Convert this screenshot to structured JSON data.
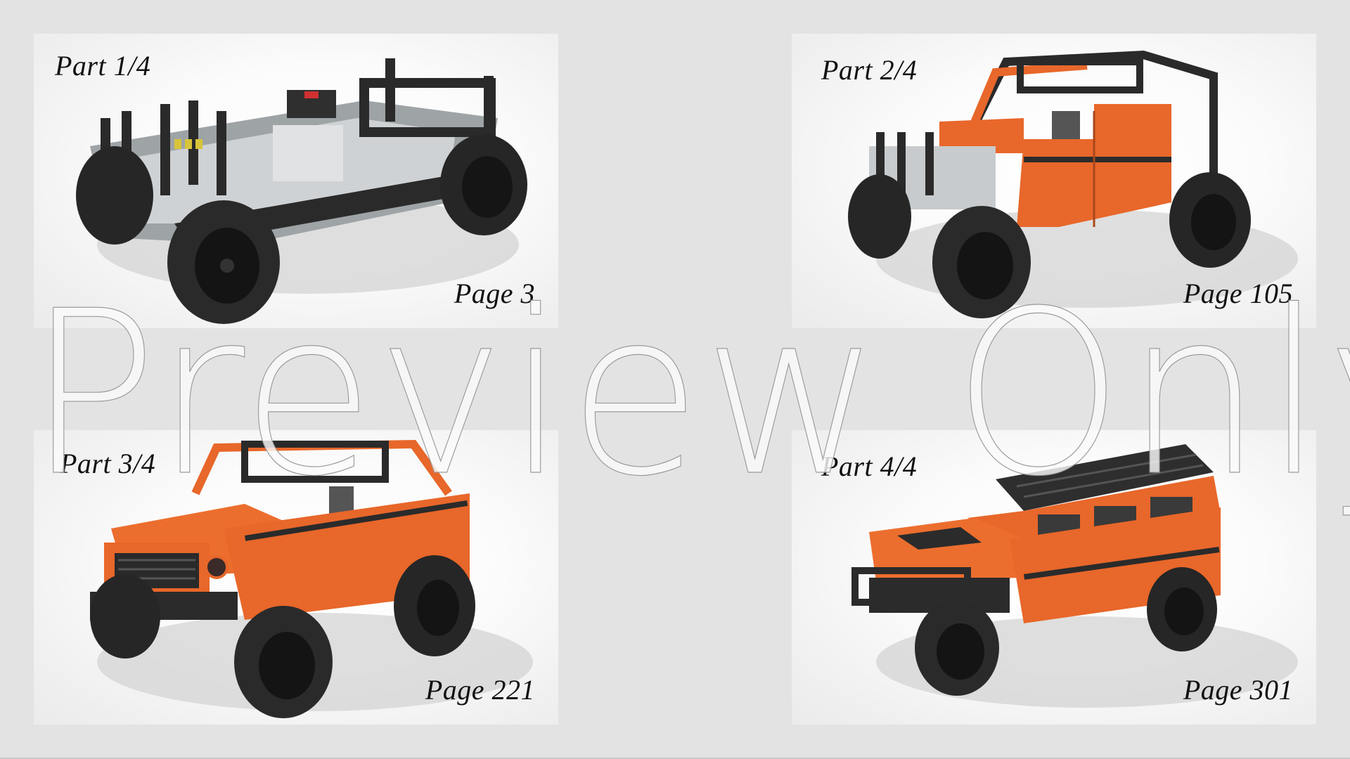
{
  "page": {
    "background": "#e3e3e3",
    "watermark": "Preview Only"
  },
  "colors": {
    "body_orange": "#e8672a",
    "frame_dark": "#2b2b2b",
    "tire_black": "#1e1e1e",
    "chassis_gray": "#bfc3c6",
    "label_text": "#111111"
  },
  "panels": [
    {
      "part": "Part 1/4",
      "page": "Page 3",
      "subject": "chassis-build"
    },
    {
      "part": "Part 2/4",
      "page": "Page 105",
      "subject": "body-frame-build"
    },
    {
      "part": "Part 3/4",
      "page": "Page 221",
      "subject": "front-body-build"
    },
    {
      "part": "Part 4/4",
      "page": "Page 301",
      "subject": "complete-vehicle-roof-rack"
    }
  ]
}
